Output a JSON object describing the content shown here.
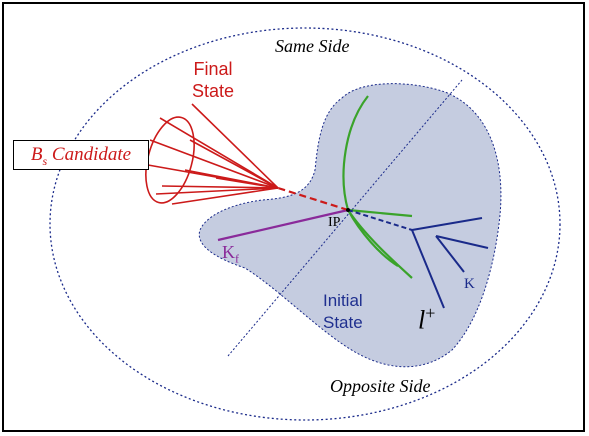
{
  "labels": {
    "same_side": "Same Side",
    "opposite_side": "Opposite Side",
    "final_state_line1": "Final",
    "final_state_line2": "State",
    "bs_main": "B",
    "bs_sub": "s",
    "bs_suffix": "Candidate",
    "ip": "IP",
    "kf_main": "K",
    "kf_sub": "f",
    "k": "K",
    "initial_state_line1": "Initial",
    "initial_state_line2": "State",
    "lepton_main": "l",
    "lepton_sup": "+"
  },
  "colors": {
    "red": "#cc1a1a",
    "blue_text": "#1f2f8f",
    "green": "#3aa32a",
    "purple": "#8a2a9a",
    "navy": "#1a2a8a",
    "region_fill": "#c5cce0"
  }
}
